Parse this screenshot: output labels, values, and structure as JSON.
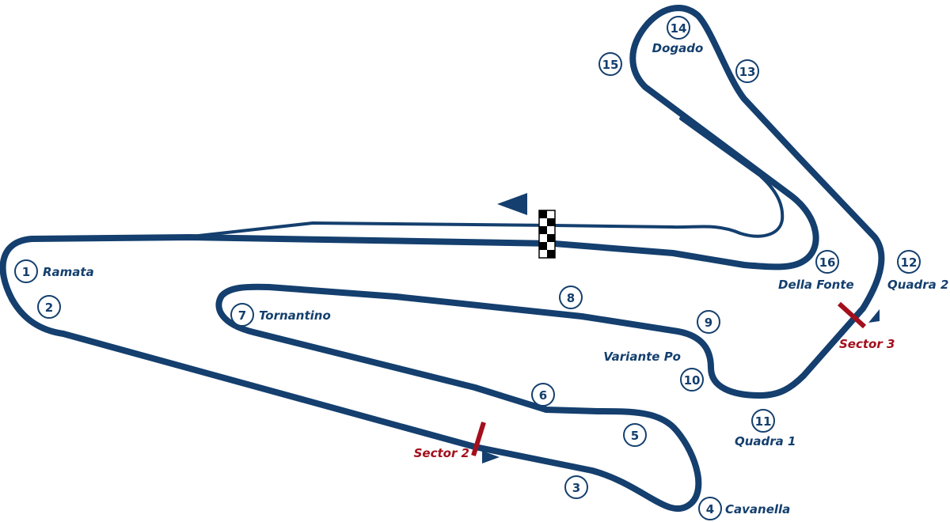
{
  "colors": {
    "track": "#143f6e",
    "sector": "#a30f1c",
    "background": "#ffffff",
    "flag_dark": "#000000",
    "flag_light": "#ffffff"
  },
  "icons": {
    "direction": "direction-arrow-icon",
    "start_finish": "checkered-flag-icon"
  },
  "corners": [
    {
      "number": "1",
      "name": "Ramata"
    },
    {
      "number": "2",
      "name": ""
    },
    {
      "number": "3",
      "name": ""
    },
    {
      "number": "4",
      "name": "Cavanella"
    },
    {
      "number": "5",
      "name": ""
    },
    {
      "number": "6",
      "name": ""
    },
    {
      "number": "7",
      "name": "Tornantino"
    },
    {
      "number": "8",
      "name": ""
    },
    {
      "number": "9",
      "name": ""
    },
    {
      "number": "10",
      "name": "Variante Po"
    },
    {
      "number": "11",
      "name": "Quadra 1"
    },
    {
      "number": "12",
      "name": "Quadra 2"
    },
    {
      "number": "13",
      "name": ""
    },
    {
      "number": "14",
      "name": "Dogado"
    },
    {
      "number": "15",
      "name": ""
    },
    {
      "number": "16",
      "name": "Della Fonte"
    }
  ],
  "sectors": [
    {
      "label": "Sector 2"
    },
    {
      "label": "Sector 3"
    }
  ]
}
